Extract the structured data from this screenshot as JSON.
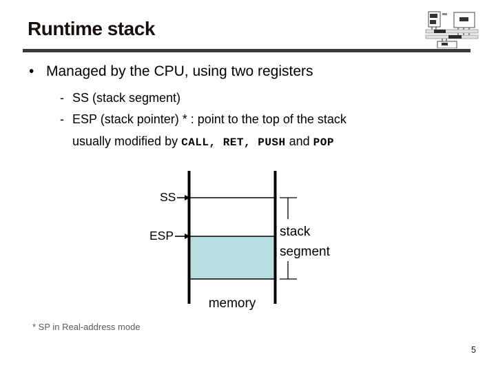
{
  "colors": {
    "stack_fill": "#b8dee2",
    "title_rule": "#3a3a3a",
    "title_text": "#18100c",
    "footnote_text": "#5a5a5a"
  },
  "icons": {
    "logo": "cpu-memory-bus-schematic"
  },
  "header": {
    "title": "Runtime stack"
  },
  "content": {
    "bullet_marker": "•",
    "dash_marker": "-",
    "main_bullet": "Managed by the CPU, using two registers",
    "sub_bullet_1": "SS (stack segment)",
    "sub_bullet_2": "ESP (stack pointer) * : point to the top of the stack",
    "sub_bullet_2_cont": {
      "prefix": "usually modified by ",
      "mono_group": "CALL, RET, PUSH",
      "conjunction": " and ",
      "mono_pop": "POP"
    }
  },
  "diagram": {
    "ss_label": "SS",
    "esp_label": "ESP",
    "segment_label_line1": "stack",
    "segment_label_line2": "segment",
    "memory_label": "memory"
  },
  "footer": {
    "footnote": "* SP in Real-address mode",
    "page_number": "5"
  }
}
